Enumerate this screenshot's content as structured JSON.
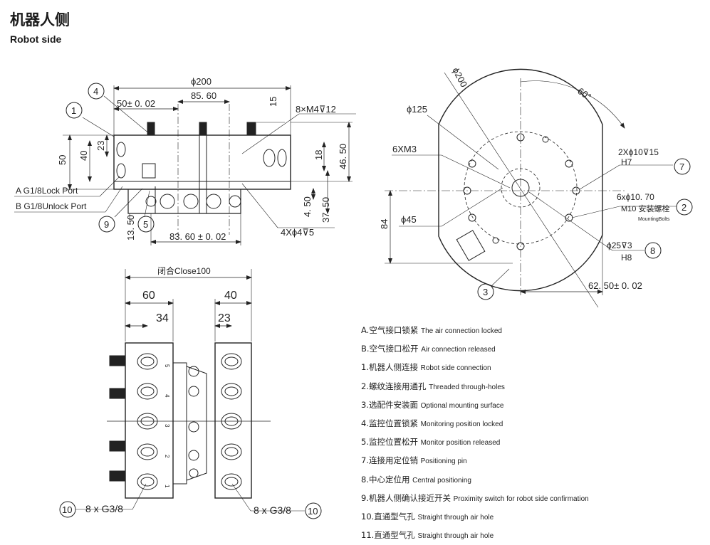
{
  "header": {
    "title_cn": "机器人侧",
    "title_en": "Robot side"
  },
  "top_left": {
    "dia_200": "ϕ200",
    "tol_50": "50± 0. 02",
    "dim_85": "85. 60",
    "dim_15": "15",
    "thread": "8×M4⊽12",
    "dim_50": "50",
    "dim_40": "40",
    "dim_23": "23",
    "dim_18": "18",
    "dim_46": "46. 50",
    "dim_4_50": "4. 50",
    "dim_37_50": "37. 50",
    "dim_13_50": "13. 50",
    "dim_83": "83. 60 ± 0. 02",
    "holes": "4Xϕ4⊽5",
    "port_a": "A G1/8Lock Port",
    "port_b": "B G1/8Unlock Port",
    "callouts": [
      "1",
      "4",
      "9",
      "5"
    ]
  },
  "top_right": {
    "dia_200": "ϕ200",
    "angle": "60°",
    "dia_125": "ϕ125",
    "m3": "6XM3",
    "pin_a": "2Xϕ10⊽15",
    "pin_b": "H7",
    "bolt_a": "6xϕ10. 70",
    "bolt_b": "M10 安装螺栓",
    "bolt_c": "MountingBolts",
    "dia_45": "ϕ45",
    "dim_84": "84",
    "bore_a": "ϕ25⊽3",
    "bore_b": "H8",
    "dim_62": "62. 50± 0. 02",
    "callouts": [
      "7",
      "2",
      "8",
      "3"
    ]
  },
  "bottom": {
    "close": "闭合Close100",
    "dim_60": "60",
    "dim_40": "40",
    "dim_34": "34",
    "dim_23": "23",
    "g_left": "8 x  G3/8",
    "g_right": "8 x  G3/8",
    "callout": "10",
    "port_nums": [
      "5",
      "4",
      "3",
      "2",
      "1"
    ]
  },
  "legend": [
    {
      "cn": "A.空气接口锁紧",
      "en": "The air connection locked"
    },
    {
      "cn": "B.空气接口松开",
      "en": "Air connection released"
    },
    {
      "cn": "1.机器人侧连接",
      "en": "Robot side connection"
    },
    {
      "cn": "2.螺纹连接用通孔",
      "en": "Threaded through-holes"
    },
    {
      "cn": "3.选配件安装面",
      "en": "Optional mounting surface"
    },
    {
      "cn": "4.监控位置锁紧",
      "en": "Monitoring position locked"
    },
    {
      "cn": "5.监控位置松开",
      "en": "Monitor position released"
    },
    {
      "cn": "7.连接用定位销",
      "en": "Positioning pin"
    },
    {
      "cn": "8.中心定位用",
      "en": "Central positioning"
    },
    {
      "cn": "9.机器人侧确认接近开关",
      "en": "Proximity switch for robot side confirmation"
    },
    {
      "cn": "10.直通型气孔",
      "en": "Straight through air hole"
    },
    {
      "cn": "11.直通型气孔",
      "en": "Straight through air hole"
    }
  ]
}
